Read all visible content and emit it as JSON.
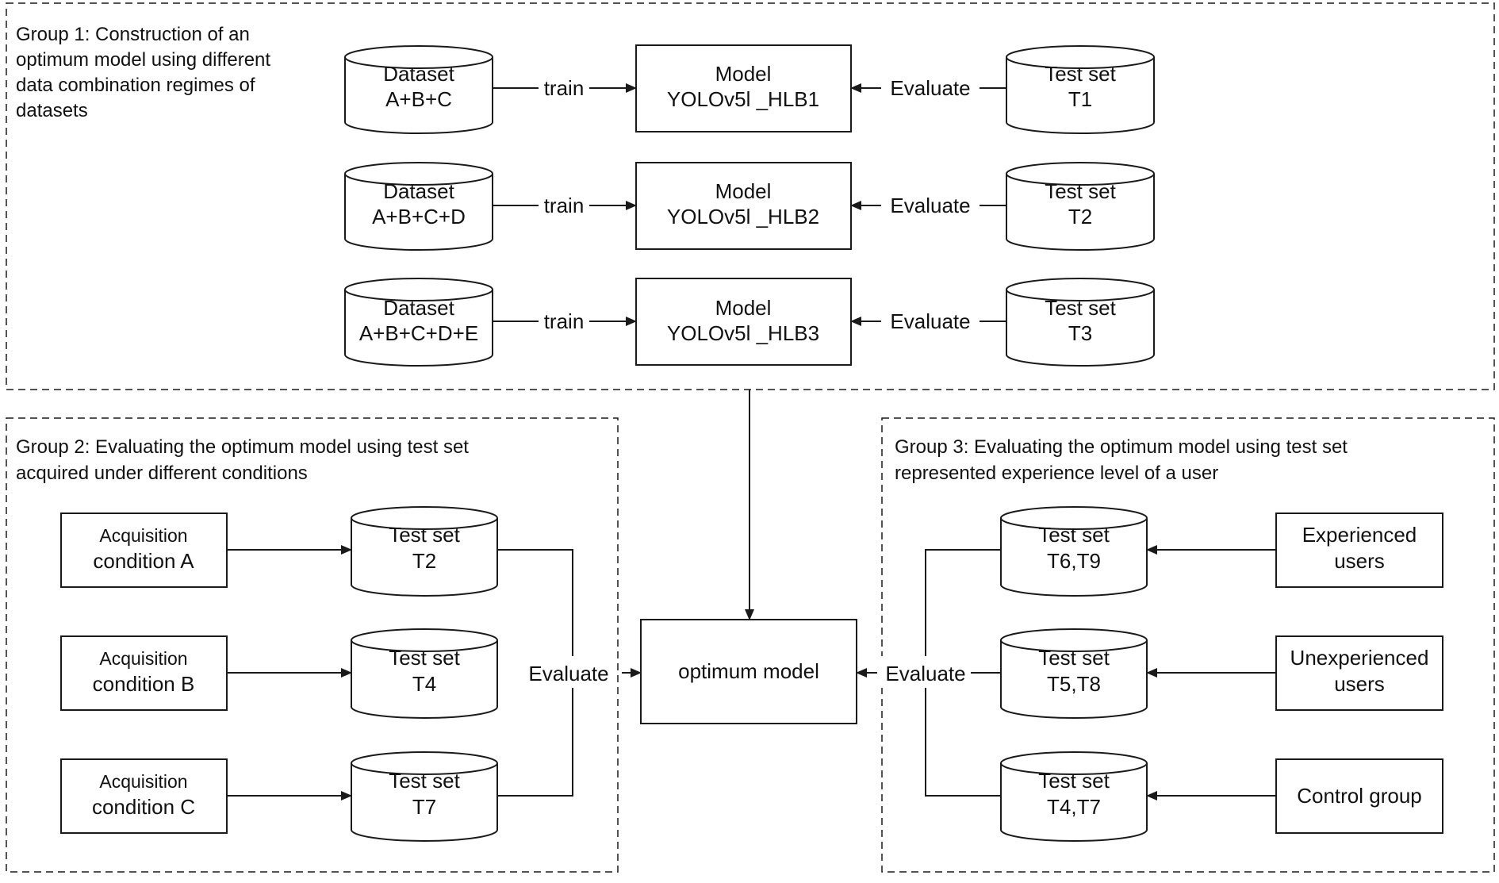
{
  "group1": {
    "title_lines": [
      "Group 1: Construction of an",
      "optimum model using different",
      "data combination regimes of",
      "datasets"
    ],
    "rows": [
      {
        "dataset": [
          "Dataset",
          "A+B+C"
        ],
        "train": "train",
        "model": [
          "Model",
          "YOLOv5l _HLB1"
        ],
        "evaluate": "Evaluate",
        "test": [
          "Test set",
          "T1"
        ]
      },
      {
        "dataset": [
          "Dataset",
          "A+B+C+D"
        ],
        "train": "train",
        "model": [
          "Model",
          "YOLOv5l _HLB2"
        ],
        "evaluate": "Evaluate",
        "test": [
          "Test set",
          "T2"
        ]
      },
      {
        "dataset": [
          "Dataset",
          "A+B+C+D+E"
        ],
        "train": "train",
        "model": [
          "Model",
          "YOLOv5l _HLB3"
        ],
        "evaluate": "Evaluate",
        "test": [
          "Test set",
          "T3"
        ]
      }
    ]
  },
  "group2": {
    "title_lines": [
      "Group 2: Evaluating the optimum model using test set",
      "acquired under different conditions"
    ],
    "rows": [
      {
        "condition": [
          "Acquisition",
          "condition A"
        ],
        "test": [
          "Test set",
          "T2"
        ]
      },
      {
        "condition": [
          "Acquisition",
          "condition B"
        ],
        "test": [
          "Test set",
          "T4"
        ]
      },
      {
        "condition": [
          "Acquisition",
          "condition C"
        ],
        "test": [
          "Test set",
          "T7"
        ]
      }
    ],
    "evaluate": "Evaluate"
  },
  "group3": {
    "title_lines": [
      "Group 3: Evaluating the optimum model using test set",
      "represented experience level of a user"
    ],
    "rows": [
      {
        "test": [
          "Test set",
          "T6,T9"
        ],
        "users": [
          "Experienced",
          "users"
        ]
      },
      {
        "test": [
          "Test set",
          "T5,T8"
        ],
        "users": [
          "Unexperienced",
          "users"
        ]
      },
      {
        "test": [
          "Test set",
          "T4,T7"
        ],
        "users": [
          "Control group"
        ]
      }
    ],
    "evaluate": "Evaluate"
  },
  "center": {
    "label": "optimum model"
  },
  "colors": {
    "line": "#1a1a1a",
    "text": "#111111",
    "background": "#ffffff"
  }
}
